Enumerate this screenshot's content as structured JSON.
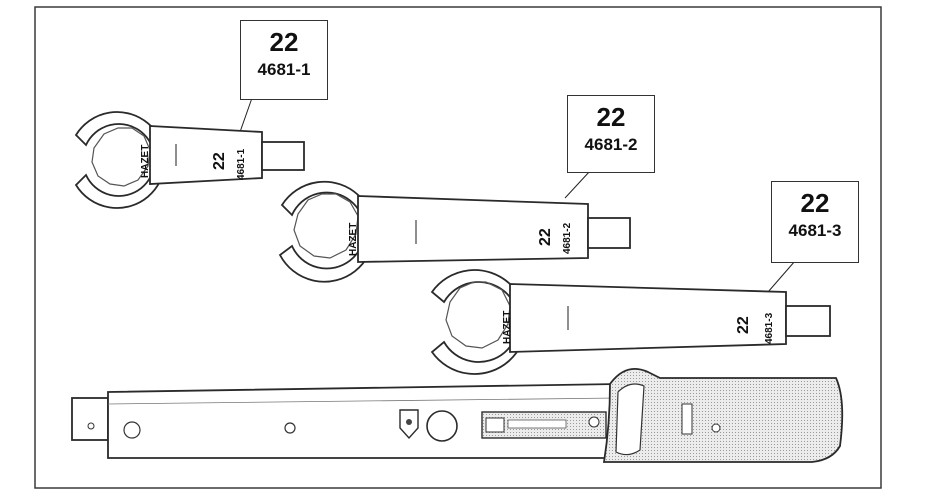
{
  "wrenches": [
    {
      "size": "22",
      "code": "4681-1",
      "brand": "HAZET"
    },
    {
      "size": "22",
      "code": "4681-2",
      "brand": "HAZET"
    },
    {
      "size": "22",
      "code": "4681-3",
      "brand": "HAZET"
    }
  ],
  "colors": {
    "outline": "#2a2a2a",
    "frame": "#3a3a3a",
    "shade": "#d4d4d4",
    "background": "#ffffff"
  }
}
